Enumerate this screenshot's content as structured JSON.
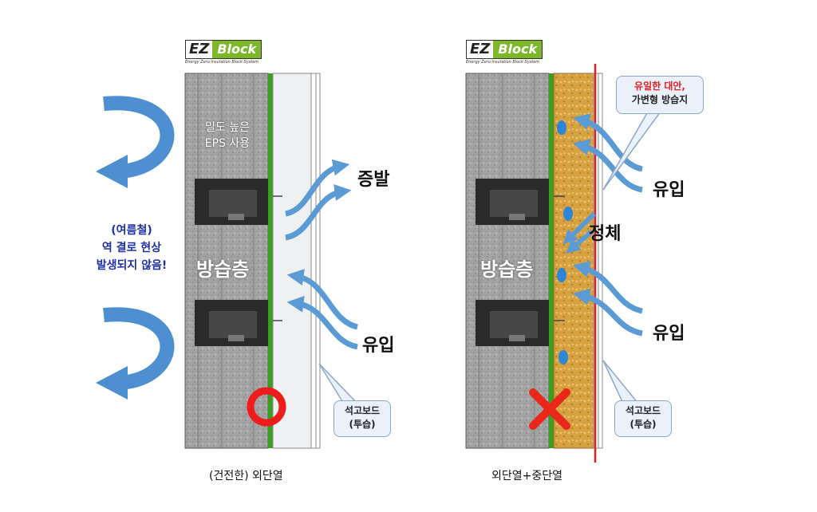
{
  "left_panel": {
    "logo_ez": "EZ",
    "logo_block": "Block",
    "logo_subtitle": "Energy Zero Insulation Block System",
    "wall_note_line1": "밀도 높은",
    "wall_note_line2": "EPS 사용",
    "wall_label": "방습층",
    "side_note_line1": "(여름철)",
    "side_note_line2": "역 결로 현상",
    "side_note_line3": "발생되지 않음!",
    "evaporation_label": "증발",
    "inflow_label": "유입",
    "callout_line1": "석고보드",
    "callout_line2": "(투습)",
    "verdict": "ok",
    "caption": "(건전한) 외단열"
  },
  "right_panel": {
    "logo_ez": "EZ",
    "logo_block": "Block",
    "logo_subtitle": "Energy Zero Insulation Block System",
    "wall_label": "방습층",
    "callout_top_line1": "유일한 대안,",
    "callout_top_line2": "가변형 방습지",
    "inflow_label_top": "유입",
    "stagnation_label": "정체",
    "inflow_label_bottom": "유입",
    "callout_line1": "석고보드",
    "callout_line2": "(투습)",
    "verdict": "fail",
    "caption": "외단열+중단열"
  },
  "colors": {
    "eps": "#9a9a9a",
    "membrane": "#3a9e1e",
    "gypsum": "#eef0f2",
    "arrow_blue": "#5b9bd5",
    "glass_wool": "#d9a443",
    "ok_circle": "#ee1c1c",
    "fail_x": "#e8261a",
    "red_line": "#e61e1e"
  }
}
